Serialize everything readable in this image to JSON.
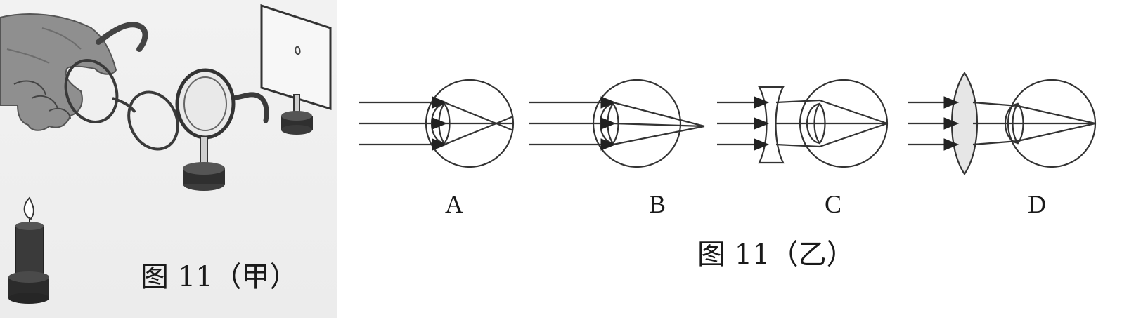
{
  "figure_a": {
    "caption": "图 11（甲）"
  },
  "figure_b": {
    "caption": "图 11（乙）",
    "panels": [
      {
        "label": "A"
      },
      {
        "label": "B"
      },
      {
        "label": "C"
      },
      {
        "label": "D"
      }
    ]
  }
}
